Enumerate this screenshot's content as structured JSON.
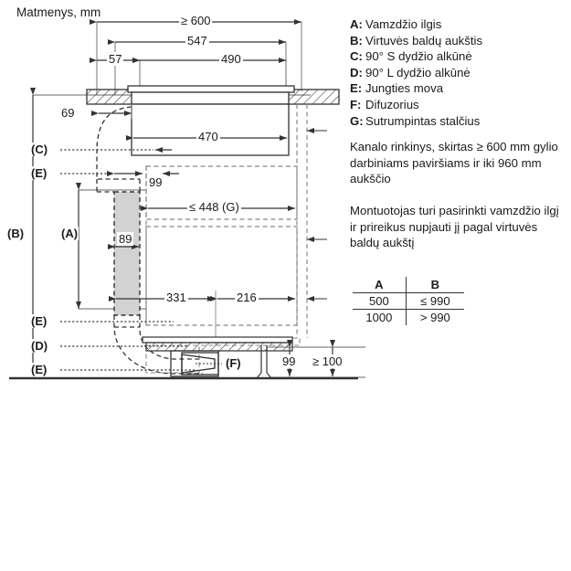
{
  "title": "Matmenys, mm",
  "legend": [
    {
      "key": "A:",
      "value": "Vamzdžio ilgis"
    },
    {
      "key": "B:",
      "value": "Virtuvės baldų aukštis"
    },
    {
      "key": "C:",
      "value": "90° S dydžio alkūnė"
    },
    {
      "key": "D:",
      "value": "90° L dydžio alkūnė"
    },
    {
      "key": "E:",
      "value": "Jungties mova"
    },
    {
      "key": "F:",
      "value": "Difuzorius"
    },
    {
      "key": "G:",
      "value": "Sutrumpintas stalčius"
    }
  ],
  "paragraphs": {
    "p1": "Kanalo rinkinys, skirtas ≥ 600 mm gylio darbiniams paviršiams ir iki 960 mm aukščio",
    "p2": "Montuotojas turi pasirinkti vamzdžio ilgį ir prireikus nupjauti jį pagal virtuvės baldų aukštį"
  },
  "table": {
    "headers": [
      "A",
      "B"
    ],
    "rows": [
      [
        "500",
        "≤ 990"
      ],
      [
        "1000",
        "> 990"
      ]
    ]
  },
  "dimensions": {
    "top_600": "≥ 600",
    "top_547": "547",
    "top_57": "57",
    "top_490": "490",
    "d_69": "69",
    "d_470": "470",
    "d_99_upper": "99",
    "d_448_G": "≤ 448 (G)",
    "d_89": "89",
    "d_331": "331",
    "d_216": "216",
    "d_99_lower": "99",
    "d_100": "≥ 100"
  },
  "callouts": {
    "B": "(B)",
    "A": "(A)",
    "C": "(C)",
    "E1": "(E)",
    "E2": "(E)",
    "D": "(D)",
    "E3": "(E)",
    "F": "(F)"
  },
  "colors": {
    "line": "#333333",
    "fill_gray": "#d2d2d2",
    "text": "#1a1a1a",
    "background": "#ffffff"
  }
}
